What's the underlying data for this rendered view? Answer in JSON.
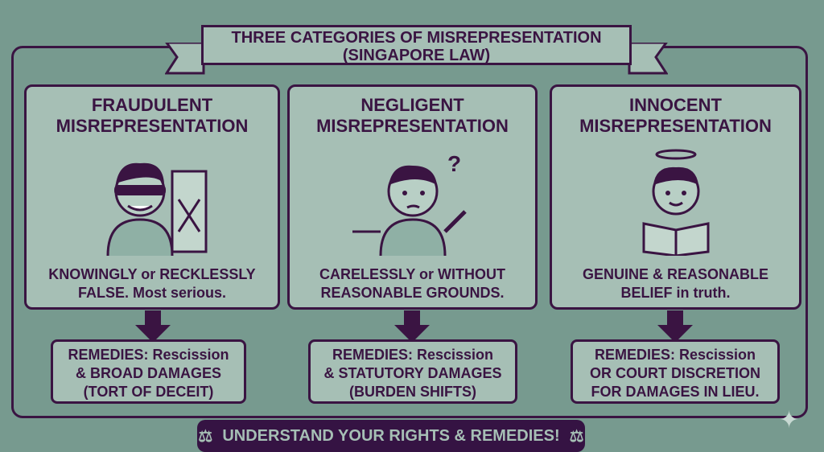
{
  "title": {
    "line1": "THREE CATEGORIES OF MISREPRESENTATION",
    "line2": "(SINGAPORE LAW)"
  },
  "categories": [
    {
      "heading1": "FRAUDULENT",
      "heading2": "MISREPRESENTATION",
      "desc1": "KNOWINGLY or RECKLESSLY",
      "desc2": "FALSE. Most serious.",
      "rem1": "REMEDIES: Rescission",
      "rem2": "& BROAD DAMAGES",
      "rem3": "(TORT OF DECEIT)"
    },
    {
      "heading1": "NEGLIGENT",
      "heading2": "MISREPRESENTATION",
      "desc1": "CARELESSLY or WITHOUT",
      "desc2": "REASONABLE GROUNDS.",
      "rem1": "REMEDIES: Rescission",
      "rem2": "& STATUTORY DAMAGES",
      "rem3": "(BURDEN SHIFTS)"
    },
    {
      "heading1": "INNOCENT",
      "heading2": "MISREPRESENTATION",
      "desc1": "GENUINE & REASONABLE",
      "desc2": "BELIEF in truth.",
      "rem1": "REMEDIES: Rescission",
      "rem2": "OR COURT DISCRETION",
      "rem3": "FOR DAMAGES IN LIEU."
    }
  ],
  "footer": "UNDERSTAND YOUR RIGHTS & REMEDIES!",
  "colors": {
    "bg": "#779a8f",
    "panel": "#a6bfb5",
    "ink": "#3a1442"
  }
}
